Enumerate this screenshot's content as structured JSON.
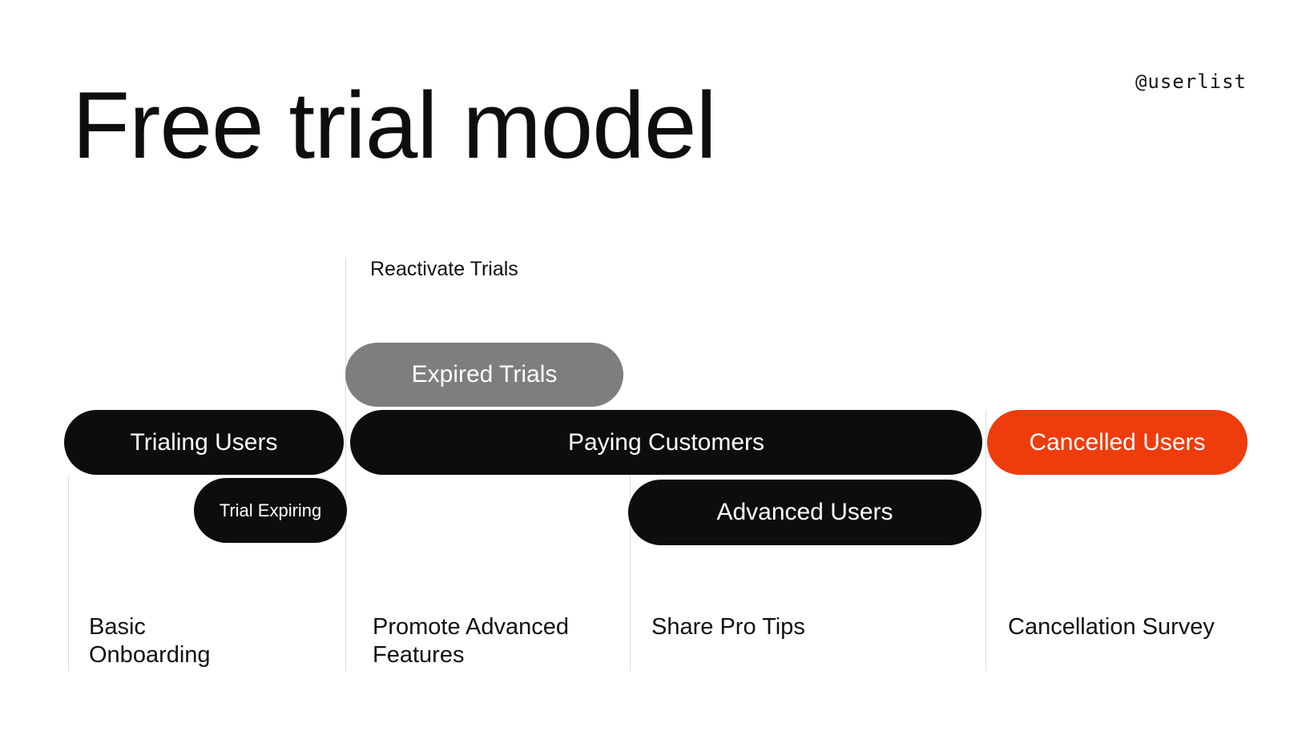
{
  "page": {
    "title": "Free trial model",
    "brand_handle": "@userlist"
  },
  "colors": {
    "background": "#ffffff",
    "segment_black": "#0d0d0d",
    "segment_gray": "#7e7e7e",
    "segment_orange": "#ef3c0c",
    "segment_text": "#ffffff",
    "divider_line": "#dcdcdc",
    "text": "#111111"
  },
  "diagram": {
    "annotation": {
      "reactivate_trials": "Reactivate Trials"
    },
    "segments": {
      "expired_trials": "Expired Trials",
      "trialing_users": "Trialing Users",
      "paying_customers": "Paying Customers",
      "cancelled_users": "Cancelled Users",
      "trial_expiring": "Trial Expiring",
      "advanced_users": "Advanced Users"
    },
    "campaigns": {
      "basic_onboarding": "Basic Onboarding",
      "promote_advanced_features": "Promote Advanced Features",
      "share_pro_tips": "Share Pro Tips",
      "cancellation_survey": "Cancellation Survey"
    }
  }
}
